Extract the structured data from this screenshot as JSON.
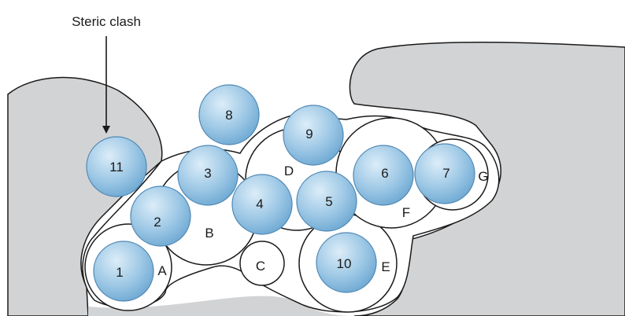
{
  "callout": {
    "text": "Steric clash"
  },
  "site_labels": [
    "A",
    "B",
    "C",
    "D",
    "E",
    "F",
    "G"
  ],
  "ligand_labels": [
    "1",
    "2",
    "3",
    "4",
    "5",
    "6",
    "7",
    "8",
    "9",
    "10",
    "11"
  ],
  "colors": {
    "surface": "#d2d3d5",
    "outline": "#1a1a1a",
    "pocket": "#ffffff",
    "sphere_light": "#dcedf8",
    "sphere_mid": "#9fc9e6",
    "sphere_dark": "#6aa6d1",
    "sphere_stroke": "#4f87b3"
  }
}
